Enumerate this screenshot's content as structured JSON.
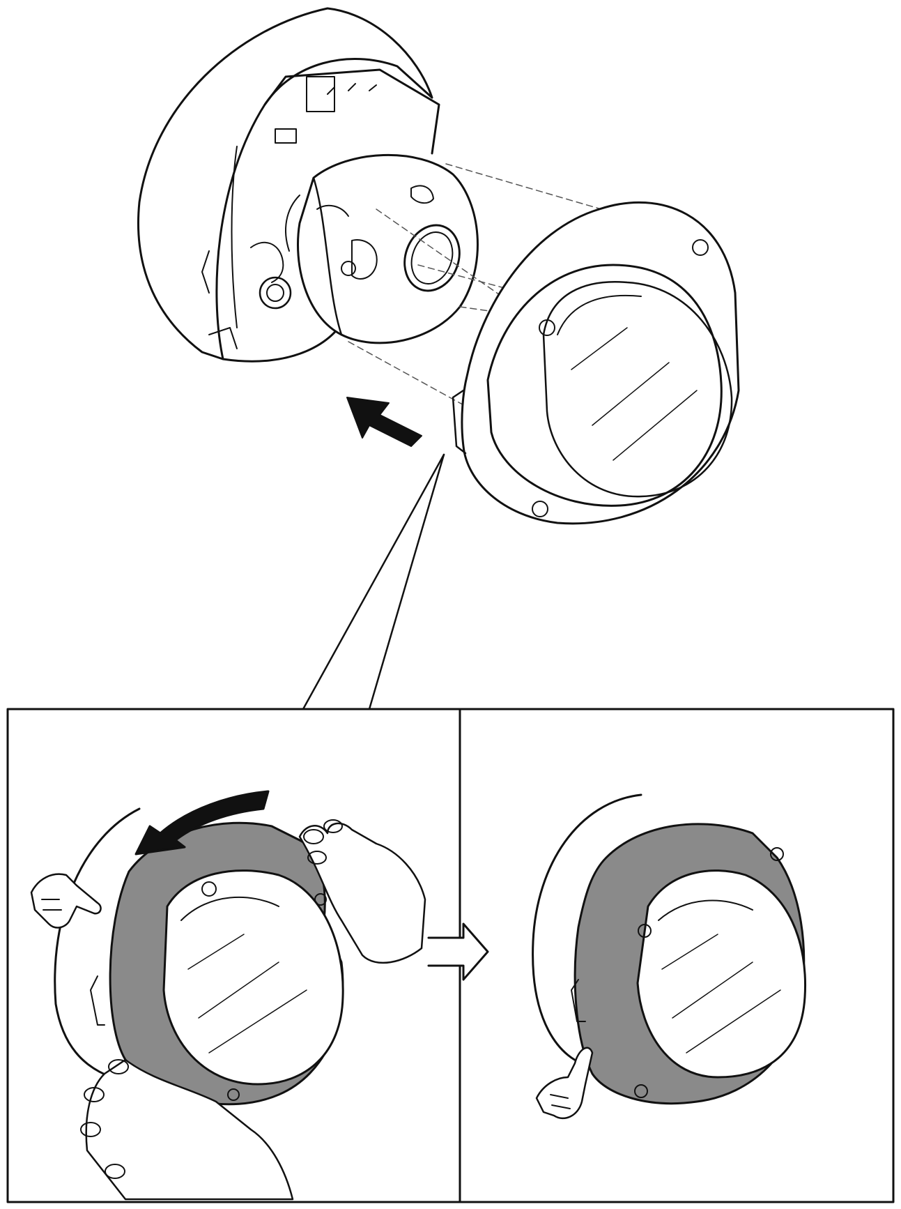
{
  "diagram": {
    "colors": {
      "line": "#111111",
      "background": "#ffffff",
      "trim_ring": "#8a8a8a",
      "guide": "#555555"
    },
    "panels": [
      {
        "id": "before",
        "action": "rotate-trim-ring"
      },
      {
        "id": "after",
        "action": "ring-aligned"
      }
    ],
    "icons": [
      "install-direction-arrow-icon",
      "rotate-arrow-icon",
      "pointing-hand-icon",
      "next-step-arrow-icon"
    ]
  }
}
